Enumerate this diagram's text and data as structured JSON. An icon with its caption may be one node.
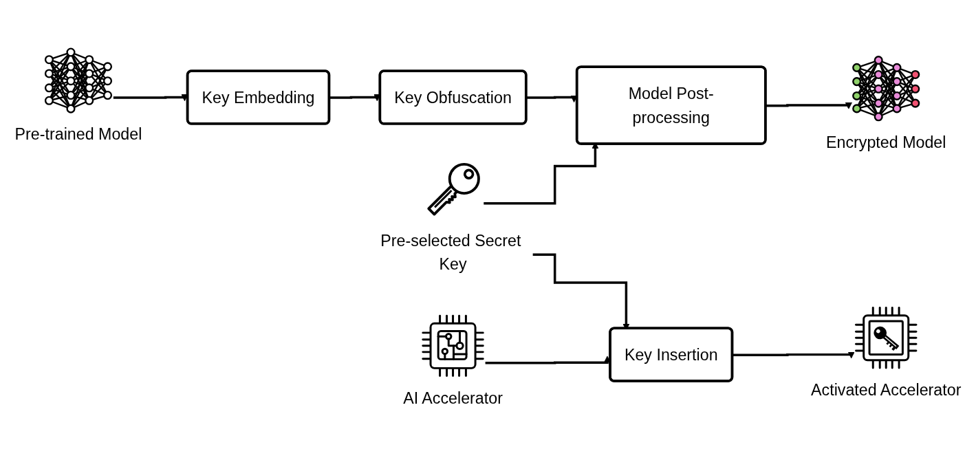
{
  "diagram": {
    "nodes": [
      {
        "text": [
          "Pre-trained Model"
        ]
      },
      {
        "text": [
          "Key Embedding"
        ]
      },
      {
        "text": [
          "Key Obfuscation"
        ]
      },
      {
        "text": [
          "Model Post-processing"
        ]
      },
      {
        "text": [
          "Encrypted Model"
        ]
      },
      {
        "text": [
          "Pre-selected Secret Key"
        ]
      },
      {
        "text": [
          "AI Accelerator"
        ]
      },
      {
        "text": [
          "Key Insertion"
        ]
      },
      {
        "text": [
          "Activated Accelerator"
        ]
      }
    ],
    "edges": [
      {
        "from": 0,
        "to": 1,
        "arrow": "to"
      },
      {
        "from": 1,
        "to": 2,
        "arrow": "to"
      },
      {
        "from": 2,
        "to": 3,
        "arrow": "to"
      },
      {
        "from": 3,
        "to": 4,
        "arrow": "to"
      },
      {
        "from": 5,
        "to": 3,
        "arrow": "to"
      },
      {
        "from": 5,
        "to": 7,
        "arrow": "to"
      },
      {
        "from": 6,
        "to": 7,
        "arrow": "to"
      },
      {
        "from": 7,
        "to": 8,
        "arrow": "to"
      }
    ]
  }
}
